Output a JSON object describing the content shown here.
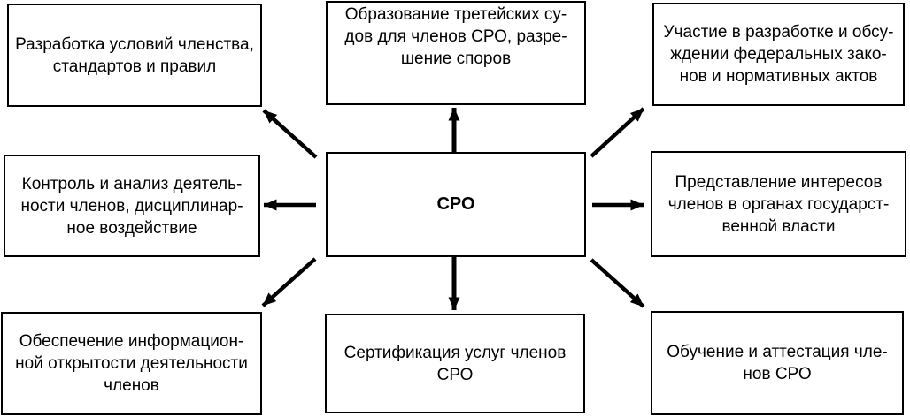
{
  "diagram": {
    "center_node": {
      "label": "СРО"
    },
    "nodes": {
      "top_left": {
        "text": "Разработка условий членства,\nстандартов и правил"
      },
      "top_center": {
        "text": "Образование третейских су-\nдов для членов СРО, разре-\nшение споров"
      },
      "top_right": {
        "text": "Участие в разработке и обсу-\nждении федеральных зако-\nнов и нормативных актов"
      },
      "mid_left": {
        "text": "Контроль и анализ деятель-\nности членов, дисциплинар-\nное воздействие"
      },
      "mid_right": {
        "text": "Представление интересов\nчленов в органах государст-\nвенной власти"
      },
      "bottom_left": {
        "text": "Обеспечение информацион-\nной открытости деятельности\nчленов"
      },
      "bottom_center": {
        "text": "Сертификация услуг членов\nСРО"
      },
      "bottom_right": {
        "text": "Обучение и аттестация чле-\nнов СРО"
      }
    },
    "colors": {
      "background": "#ffffff",
      "box_border": "#000000",
      "text": "#000000",
      "arrow": "#000000"
    }
  }
}
